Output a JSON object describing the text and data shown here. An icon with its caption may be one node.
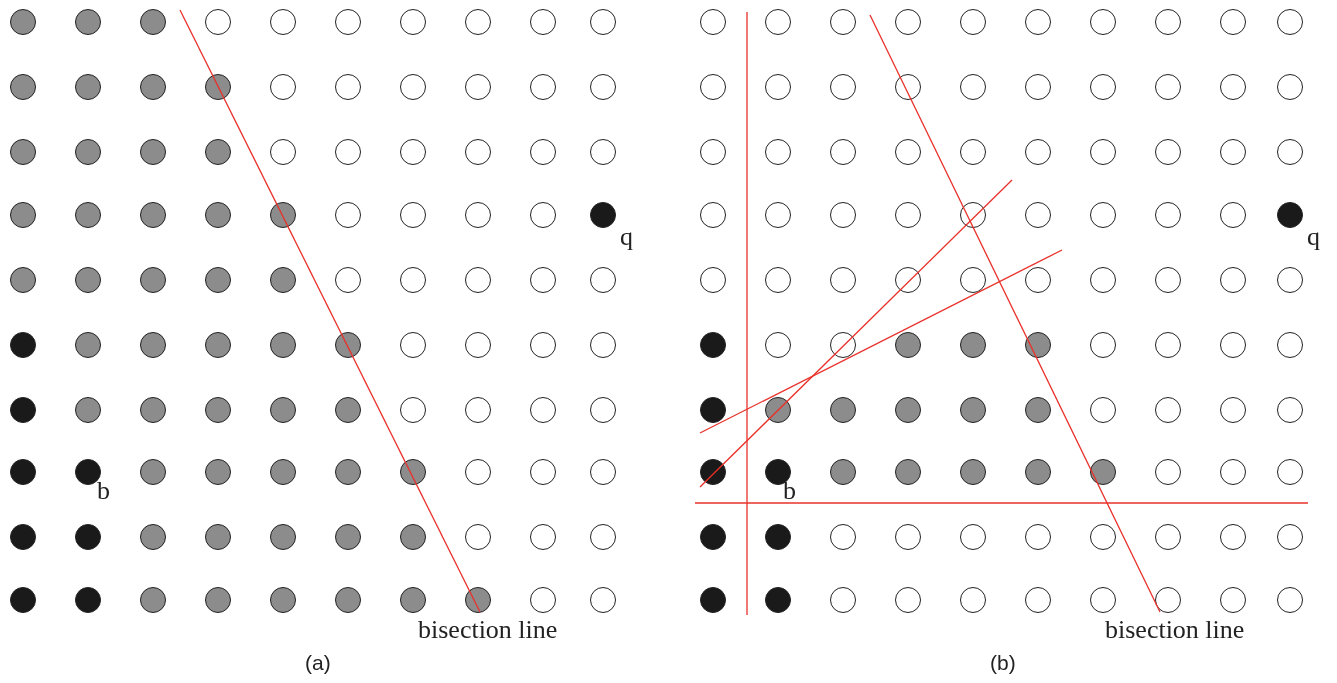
{
  "diagram": {
    "labels": [
      "b",
      "q",
      "bisection line",
      "(a)",
      "b",
      "q",
      "bisection line",
      "(b)"
    ]
  }
}
